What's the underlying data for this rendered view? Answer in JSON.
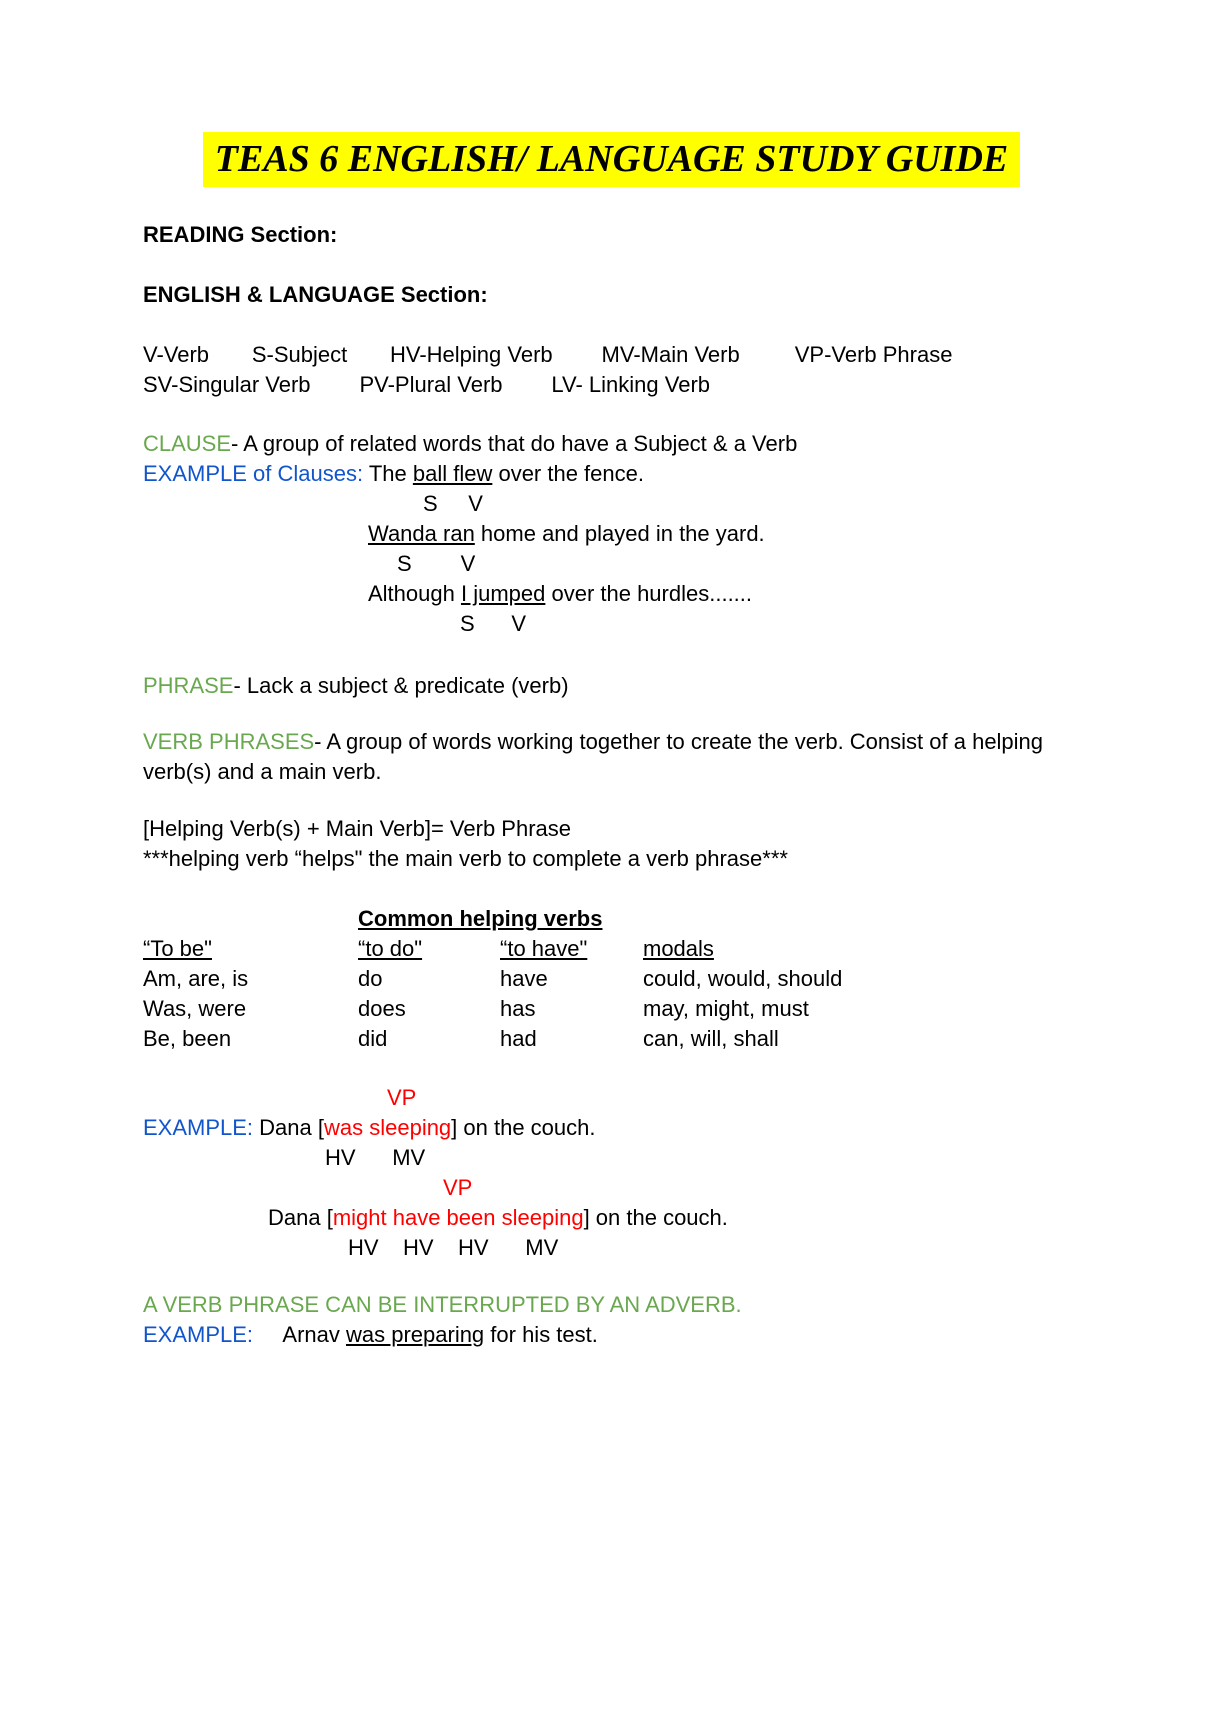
{
  "colors": {
    "green": "#6aa84f",
    "blue": "#1155cc",
    "red": "#ff0000",
    "black": "#000000",
    "highlight": "#ffff00"
  },
  "title": {
    "text": "TEAS 6 ENGLISH/ LANGUAGE STUDY GUIDE"
  },
  "headings": {
    "reading": "READING Section:",
    "english": "ENGLISH & LANGUAGE Section:"
  },
  "abbreviations": {
    "lines": [
      {
        "name": "abbreviation-line-1",
        "indent": 0,
        "segments": [
          {
            "t": "V-Verb       S-Subject       HV-Helping Verb        MV-Main Verb         VP-Verb Phrase"
          }
        ]
      },
      {
        "name": "abbreviation-line-2",
        "indent": 0,
        "segments": [
          {
            "t": "SV-Singular Verb        PV-Plural Verb        LV- Linking Verb"
          }
        ]
      }
    ]
  },
  "clause": {
    "lines": [
      {
        "name": "clause-definition",
        "indent": 0,
        "segments": [
          {
            "t": "CLAUSE",
            "c": "green"
          },
          {
            "t": "- A group of related words that do have a Subject & a Verb"
          }
        ]
      },
      {
        "name": "clause-example-1",
        "indent": 0,
        "segments": [
          {
            "t": "EXAMPLE of Clauses:",
            "c": "blue"
          },
          {
            "t": " The "
          },
          {
            "t": "ball flew",
            "u": true
          },
          {
            "t": " over the fence."
          }
        ]
      },
      {
        "name": "subject-verb-label-1",
        "indent": 280,
        "segments": [
          {
            "t": "S     V"
          }
        ]
      },
      {
        "name": "clause-example-2",
        "indent": 225,
        "segments": [
          {
            "t": "Wanda ran",
            "u": true
          },
          {
            "t": " home and played in the yard."
          }
        ]
      },
      {
        "name": "subject-verb-label-2",
        "indent": 254,
        "segments": [
          {
            "t": "S        V"
          }
        ]
      },
      {
        "name": "clause-example-3",
        "indent": 225,
        "segments": [
          {
            "t": "Although "
          },
          {
            "t": "I jumped",
            "u": true
          },
          {
            "t": " over the hurdles......."
          }
        ]
      },
      {
        "name": "subject-verb-label-3",
        "indent": 317,
        "segments": [
          {
            "t": "S      V"
          }
        ]
      }
    ]
  },
  "phrase": {
    "lines": [
      {
        "name": "phrase-definition",
        "indent": 0,
        "segments": [
          {
            "t": "PHRASE",
            "c": "green"
          },
          {
            "t": "- Lack a subject & predicate (verb)"
          }
        ]
      }
    ]
  },
  "verb_phrases": {
    "lines": [
      {
        "name": "verb-phrases-definition",
        "indent": 0,
        "segments": [
          {
            "t": "VERB PHRASES",
            "c": "green"
          },
          {
            "t": "- A group of words working together to create the verb. Consist of a helping verb(s) and a main verb."
          }
        ]
      }
    ]
  },
  "formula": {
    "lines": [
      {
        "name": "verb-phrase-formula",
        "indent": 0,
        "segments": [
          {
            "t": "[Helping Verb(s) + Main Verb]= Verb Phrase"
          }
        ]
      },
      {
        "name": "helping-verb-note",
        "indent": 0,
        "segments": [
          {
            "t": "***helping verb “helps\" the main verb to complete a verb phrase***"
          }
        ]
      }
    ]
  },
  "helping_verbs": {
    "caption": "Common helping verbs",
    "headers": [
      "“To be\"",
      "“to do\"",
      "“to have\"",
      "modals"
    ],
    "rows": [
      [
        "Am, are, is",
        "do",
        "have",
        "could, would, should"
      ],
      [
        "Was, were",
        "does",
        "has",
        "may, might, must"
      ],
      [
        "Be, been",
        "did",
        "had",
        "can, will, shall"
      ]
    ]
  },
  "vp_examples": {
    "lines": [
      {
        "name": "vp-label-1",
        "indent": 244,
        "segments": [
          {
            "t": "VP",
            "c": "red"
          }
        ]
      },
      {
        "name": "vp-example-1",
        "indent": 0,
        "segments": [
          {
            "t": "EXAMPLE:",
            "c": "blue"
          },
          {
            "t": " Dana ["
          },
          {
            "t": "was sleeping",
            "c": "red"
          },
          {
            "t": "] on the couch."
          }
        ]
      },
      {
        "name": "hv-mv-label-1",
        "indent": 182,
        "segments": [
          {
            "t": "HV      MV"
          }
        ]
      },
      {
        "name": "vp-label-2",
        "indent": 300,
        "segments": [
          {
            "t": "VP",
            "c": "red"
          }
        ]
      },
      {
        "name": "vp-example-2",
        "indent": 125,
        "segments": [
          {
            "t": "Dana ["
          },
          {
            "t": "might have been sleeping",
            "c": "red"
          },
          {
            "t": "] on the couch."
          }
        ]
      },
      {
        "name": "hv-mv-label-2",
        "indent": 205,
        "segments": [
          {
            "t": "HV    HV    HV      MV"
          }
        ]
      }
    ]
  },
  "adverb_note": {
    "lines": [
      {
        "name": "adverb-rule",
        "indent": 0,
        "segments": [
          {
            "t": "A VERB PHRASE CAN BE INTERRUPTED BY AN ADVERB.",
            "c": "green"
          }
        ]
      },
      {
        "name": "adverb-example",
        "indent": 0,
        "segments": [
          {
            "t": "EXAMPLE:",
            "c": "blue"
          },
          {
            "t": "     Arnav "
          },
          {
            "t": "was preparing",
            "u": true
          },
          {
            "t": " for his test."
          }
        ]
      }
    ]
  }
}
